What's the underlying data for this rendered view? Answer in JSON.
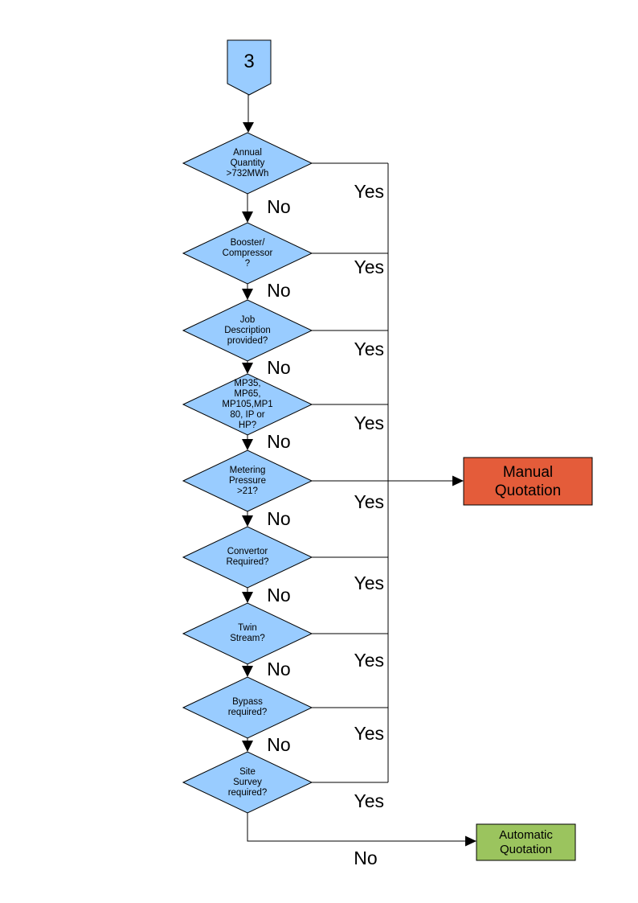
{
  "colors": {
    "decision_fill": "#99CCFF",
    "offpage_fill": "#99CCFF",
    "manual_fill": "#E45C3A",
    "automatic_fill": "#9BC45E"
  },
  "offpage_connector": {
    "label": "3"
  },
  "decisions": [
    {
      "id": "annual-quantity",
      "label": "Annual\nQuantity\n>732MWh"
    },
    {
      "id": "booster-compressor",
      "label": "Booster/\nCompressor\n?"
    },
    {
      "id": "job-description",
      "label": "Job\nDescription\nprovided?"
    },
    {
      "id": "meter-type",
      "label": "MP35,\nMP65,\nMP105,MP1\n80, IP or\nHP?"
    },
    {
      "id": "metering-pressure",
      "label": "Metering\nPressure\n>21?"
    },
    {
      "id": "convertor",
      "label": "Convertor\nRequired?"
    },
    {
      "id": "twin-stream",
      "label": "Twin\nStream?"
    },
    {
      "id": "bypass",
      "label": "Bypass\nrequired?"
    },
    {
      "id": "site-survey",
      "label": "Site\nSurvey\nrequired?"
    }
  ],
  "edge_labels": {
    "yes": "Yes",
    "no": "No"
  },
  "outcomes": {
    "manual": {
      "label": "Manual\nQuotation"
    },
    "automatic": {
      "label": "Automatic\nQuotation"
    }
  }
}
